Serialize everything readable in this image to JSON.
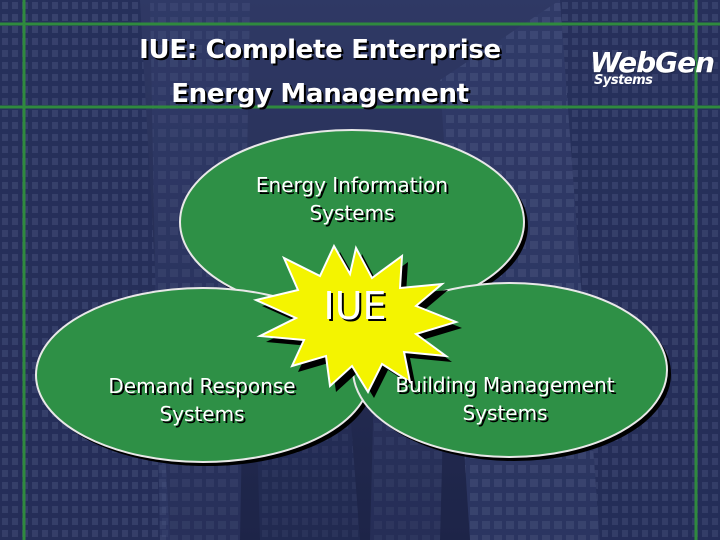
{
  "slide": {
    "title_line1": "IUE: Complete Enterprise",
    "title_line2": "Energy Management"
  },
  "logo": {
    "word": "WebGen",
    "sub": "Systems"
  },
  "diagram": {
    "center_label": "IUE",
    "nodes": {
      "top": {
        "line1": "Energy Information",
        "line2": "Systems"
      },
      "left": {
        "line1": "Demand Response",
        "line2": "Systems"
      },
      "right": {
        "line1": "Building Management",
        "line2": "Systems"
      }
    }
  },
  "colors": {
    "background": "#2a3460",
    "ellipse_fill": "#2e9046",
    "starburst_fill": "#f4f400",
    "grid_lines": "#2f8a3e",
    "text": "#ffffff"
  }
}
